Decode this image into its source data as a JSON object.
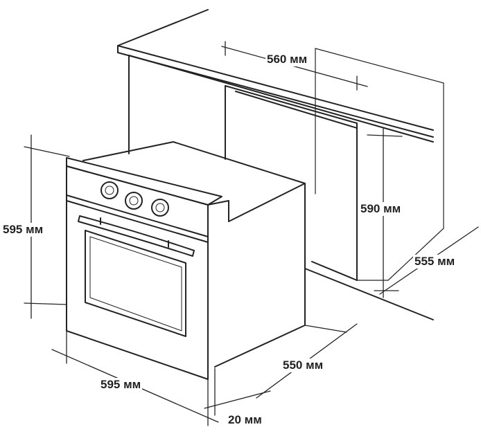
{
  "dimensions": {
    "niche_width": "560 мм",
    "niche_height": "590 мм",
    "niche_depth": "555 мм",
    "oven_height": "595 мм",
    "oven_width": "595 мм",
    "oven_depth": "550 мм",
    "front_panel_depth": "20 мм"
  },
  "colors": {
    "line": "#222222",
    "background": "#ffffff"
  }
}
